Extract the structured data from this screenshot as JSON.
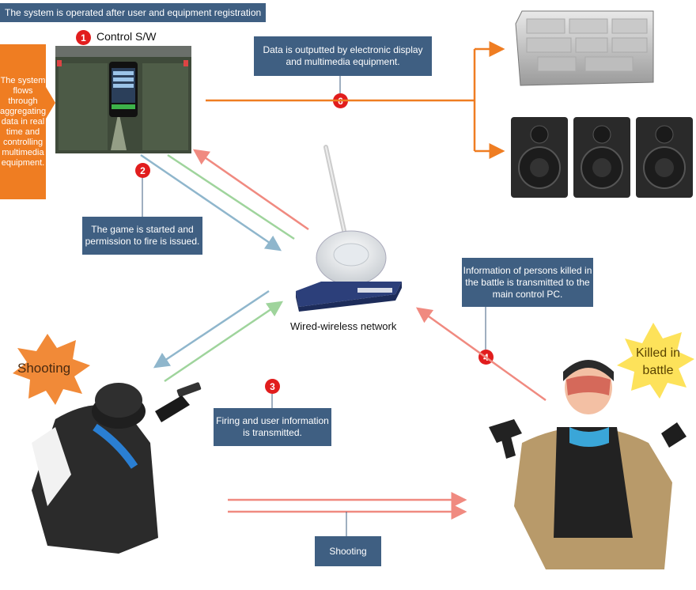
{
  "header": {
    "title": "The system is operated after user and equipment registration"
  },
  "control": {
    "number": "1",
    "label": "Control S/W"
  },
  "side_note": {
    "text": "The system flows through aggregating data in real time and controlling multimedia equipment."
  },
  "output_box": {
    "number": "6",
    "text": "Data is outputted by electronic display and multimedia equipment."
  },
  "game_box": {
    "number": "2",
    "text": "The game is started and permission to fire is issued."
  },
  "network": {
    "label": "Wired-wireless network"
  },
  "killed_info_box": {
    "number": "4",
    "text": "Information of persons killed in the battle is transmitted to the main control PC."
  },
  "firing_box": {
    "number": "3",
    "text": "Firing and user information is transmitted."
  },
  "shooting_burst": {
    "text": "Shooting"
  },
  "killed_burst": {
    "text": "Killed in battle"
  },
  "shooting_box": {
    "text": "Shooting"
  },
  "colors": {
    "navy": "#3f5f82",
    "orange": "#ef7d22",
    "red_marker": "#e11d1d",
    "pink_line": "#f08a80",
    "blue_line": "#8fb6cc",
    "green_line": "#9fd49c",
    "yellow_burst": "#fde25a"
  },
  "icons": [
    "control-screen-icon",
    "display-panel-icon",
    "speaker-icon",
    "wifi-access-point-icon",
    "network-switch-icon",
    "shooter-player-icon",
    "killed-player-icon"
  ]
}
